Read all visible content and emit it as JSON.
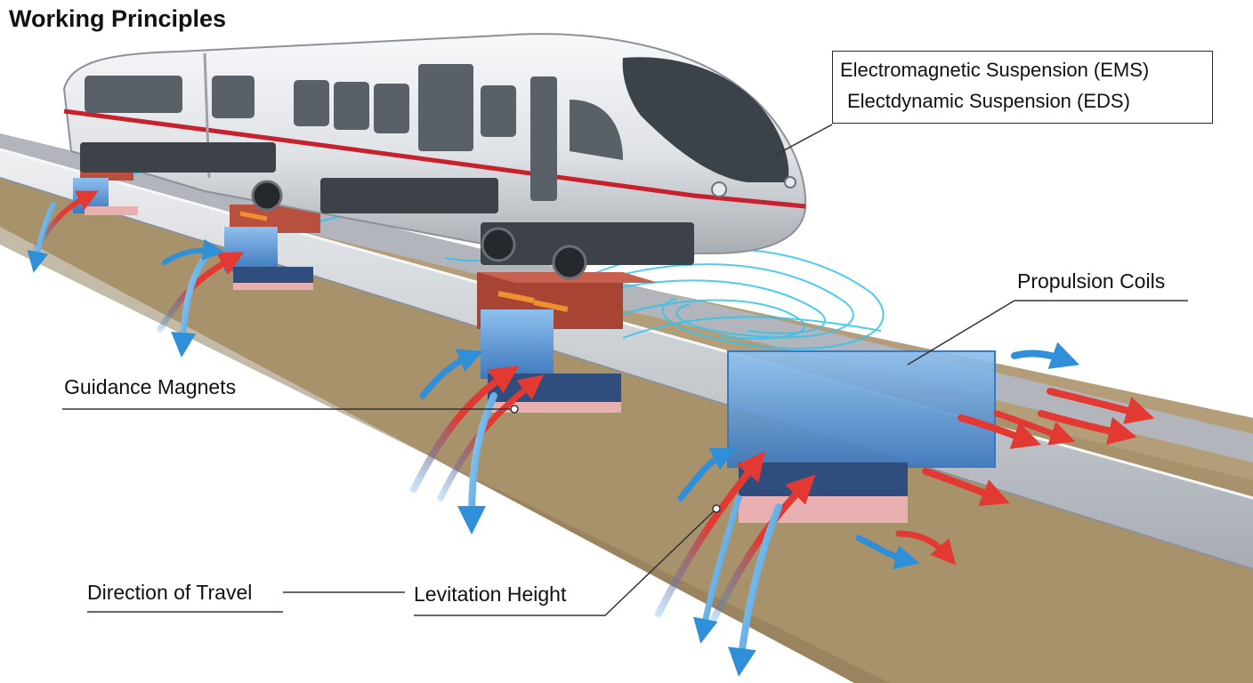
{
  "title": "Working Principles",
  "labels": {
    "suspension_ems": "Electromagnetic Suspension (EMS)",
    "suspension_eds": "Electdynamic Suspension (EDS)",
    "propulsion_coils": "Propulsion Coils",
    "guidance_magnets": "Guidance Magnets",
    "direction_of_travel": "Direction of Travel",
    "levitation_height": "Levitation Height"
  },
  "colors": {
    "train_body": "#dfe2e6",
    "train_window": "#5a6068",
    "train_stripe": "#c8202c",
    "guideway_rail": "#c6cad0",
    "ground": "#a8926c",
    "magnet_block": "#5a90cc",
    "propulsion_block": "#b85040",
    "field_lines": "#2ec4f0",
    "flow_red": "#e23a32",
    "flow_blue": "#2f8fd8"
  }
}
